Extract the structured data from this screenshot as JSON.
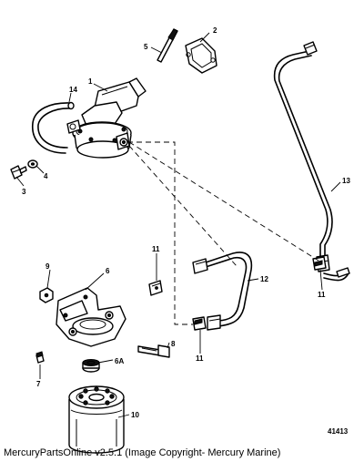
{
  "footer": {
    "caption": "MercuryPartsOnline v2.5.1 (Image Copyright- Mercury Marine)"
  },
  "figure_number": "41413",
  "callouts": {
    "c1": "1",
    "c2": "2",
    "c3": "3",
    "c4": "4",
    "c5": "5",
    "c6": "6",
    "c6a": "6A",
    "c7": "7",
    "c8": "8",
    "c9": "9",
    "c10": "10",
    "c11a": "11",
    "c11b": "11",
    "c11c": "11",
    "c12": "12",
    "c13": "13",
    "c14": "14"
  }
}
